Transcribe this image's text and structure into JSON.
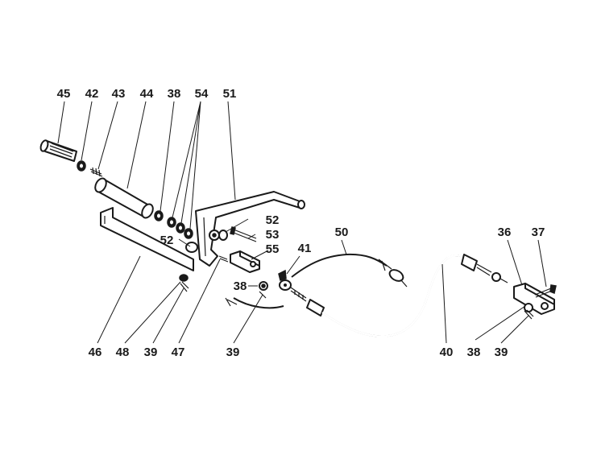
{
  "labels": {
    "l45": "45",
    "l42": "42",
    "l43": "43",
    "l44": "44",
    "l38a": "38",
    "l54": "54",
    "l51": "51",
    "l52a": "52",
    "l53": "53",
    "l52b": "52",
    "l55": "55",
    "l41": "41",
    "l38b": "38",
    "l50": "50",
    "l36": "36",
    "l37": "37",
    "l46": "46",
    "l48": "48",
    "l39a": "39",
    "l47": "47",
    "l39b": "39",
    "l40": "40",
    "l38c": "38",
    "l39c": "39"
  }
}
